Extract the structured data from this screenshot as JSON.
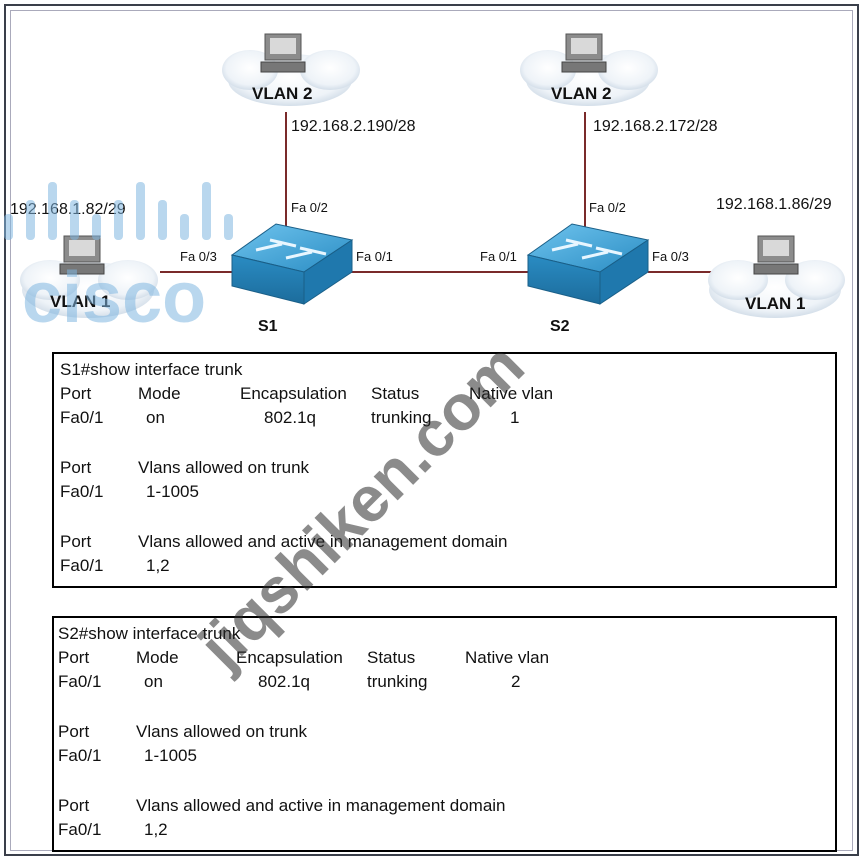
{
  "topology": {
    "pc_top_left": {
      "vlan": "VLAN 2",
      "ip": "192.168.2.190/28",
      "port": "Fa 0/2"
    },
    "pc_top_right": {
      "vlan": "VLAN 2",
      "ip": "192.168.2.172/28",
      "port": "Fa 0/2"
    },
    "pc_left": {
      "vlan": "VLAN 1",
      "ip": "192.168.1.82/29",
      "port": "Fa 0/3"
    },
    "pc_right": {
      "vlan": "VLAN 1",
      "ip": "192.168.1.86/29",
      "port": "Fa 0/3"
    },
    "s1": {
      "name": "S1",
      "trunk_port": "Fa 0/1"
    },
    "s2": {
      "name": "S2",
      "trunk_port": "Fa 0/1"
    },
    "link_color": "#7a2a2a",
    "switch_color": "#3fa7d6"
  },
  "s1_output": {
    "command": "S1#show interface trunk",
    "headers1": [
      "Port",
      "Mode",
      "Encapsulation",
      "Status",
      "Native vlan"
    ],
    "row1": [
      "Fa0/1",
      "on",
      "802.1q",
      "trunking",
      "1"
    ],
    "headers2": [
      "Port",
      "Vlans allowed on trunk"
    ],
    "row2": [
      "Fa0/1",
      "1-1005"
    ],
    "headers3": [
      "Port",
      "Vlans allowed and active in management domain"
    ],
    "row3": [
      "Fa0/1",
      "1,2"
    ]
  },
  "s2_output": {
    "command": "S2#show interface trunk",
    "headers1": [
      "Port",
      "Mode",
      "Encapsulation",
      "Status",
      "Native vlan"
    ],
    "row1": [
      "Fa0/1",
      "on",
      "802.1q",
      "trunking",
      "2"
    ],
    "headers2": [
      "Port",
      "Vlans allowed on trunk"
    ],
    "row2": [
      "Fa0/1",
      "1-1005"
    ],
    "headers3": [
      "Port",
      "Vlans allowed and active in management domain"
    ],
    "row3": [
      "Fa0/1",
      "1,2"
    ]
  },
  "watermarks": {
    "cisco": "cisco",
    "site": "jiqshiken.com"
  }
}
